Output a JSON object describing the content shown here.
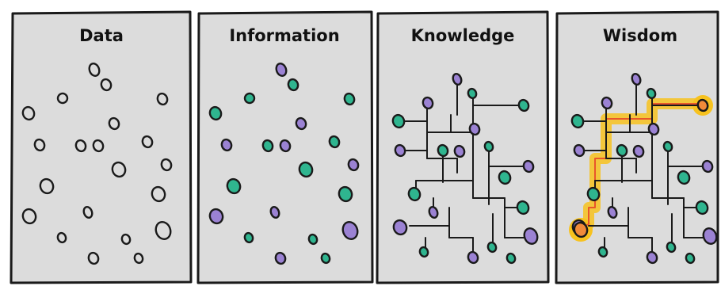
{
  "panels": [
    {
      "title": "Data"
    },
    {
      "title": "Information"
    },
    {
      "title": "Knowledge"
    },
    {
      "title": "Wisdom"
    }
  ],
  "colors": {
    "panel_fill": "#dcdcdc",
    "outline": "#1a1a1a",
    "dot_empty": "#dcdcdc",
    "dot_green": "#2fb58f",
    "dot_purple": "#9b82d3",
    "highlight": "#f7c21e",
    "highlight_dot": "#f08a3a"
  }
}
